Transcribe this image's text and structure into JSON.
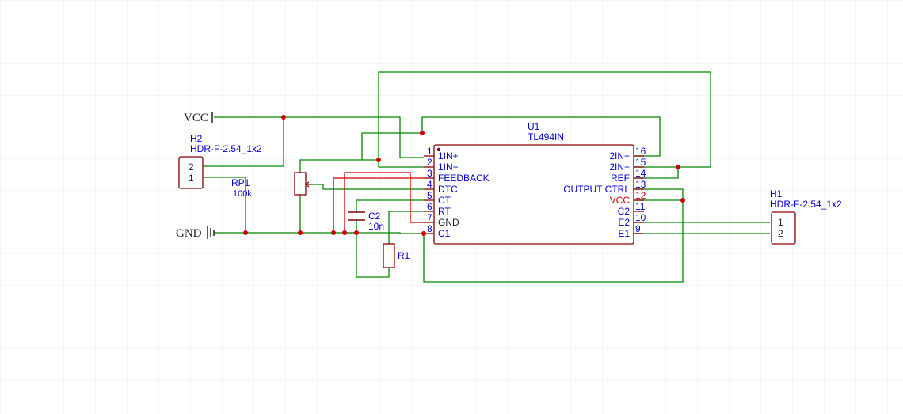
{
  "colors": {
    "wire": "#008800",
    "body": "#880000",
    "redwire": "#cc0000",
    "text_blue": "#0000cc",
    "text_dark": "#222222",
    "junction": "#cc0000",
    "grid": "#e6e6e6"
  },
  "power": {
    "vcc_label": "VCC",
    "gnd_label": "GND"
  },
  "u1": {
    "ref": "U1",
    "value": "TL494IN",
    "left_pins": [
      {
        "num": "1",
        "name": "1IN+"
      },
      {
        "num": "2",
        "name": "1IN−"
      },
      {
        "num": "3",
        "name": "FEEDBACK"
      },
      {
        "num": "4",
        "name": "DTC"
      },
      {
        "num": "5",
        "name": "CT"
      },
      {
        "num": "6",
        "name": "RT"
      },
      {
        "num": "7",
        "name": "GND"
      },
      {
        "num": "8",
        "name": "C1"
      }
    ],
    "right_pins": [
      {
        "num": "16",
        "name": "2IN+"
      },
      {
        "num": "15",
        "name": "2IN−"
      },
      {
        "num": "14",
        "name": "REF"
      },
      {
        "num": "13",
        "name": "OUTPUT CTRL"
      },
      {
        "num": "12",
        "name": "VCC"
      },
      {
        "num": "11",
        "name": "C2"
      },
      {
        "num": "10",
        "name": "E2"
      },
      {
        "num": "9",
        "name": "E1"
      }
    ]
  },
  "h2": {
    "ref": "H2",
    "value": "HDR-F-2.54_1x2",
    "pins": [
      "2",
      "1"
    ]
  },
  "h1": {
    "ref": "H1",
    "value": "HDR-F-2.54_1x2",
    "pins": [
      "1",
      "2"
    ]
  },
  "rp1": {
    "ref": "RP1",
    "value": "100k"
  },
  "c2": {
    "ref": "C2",
    "value": "10n"
  },
  "r1": {
    "ref": "R1"
  }
}
